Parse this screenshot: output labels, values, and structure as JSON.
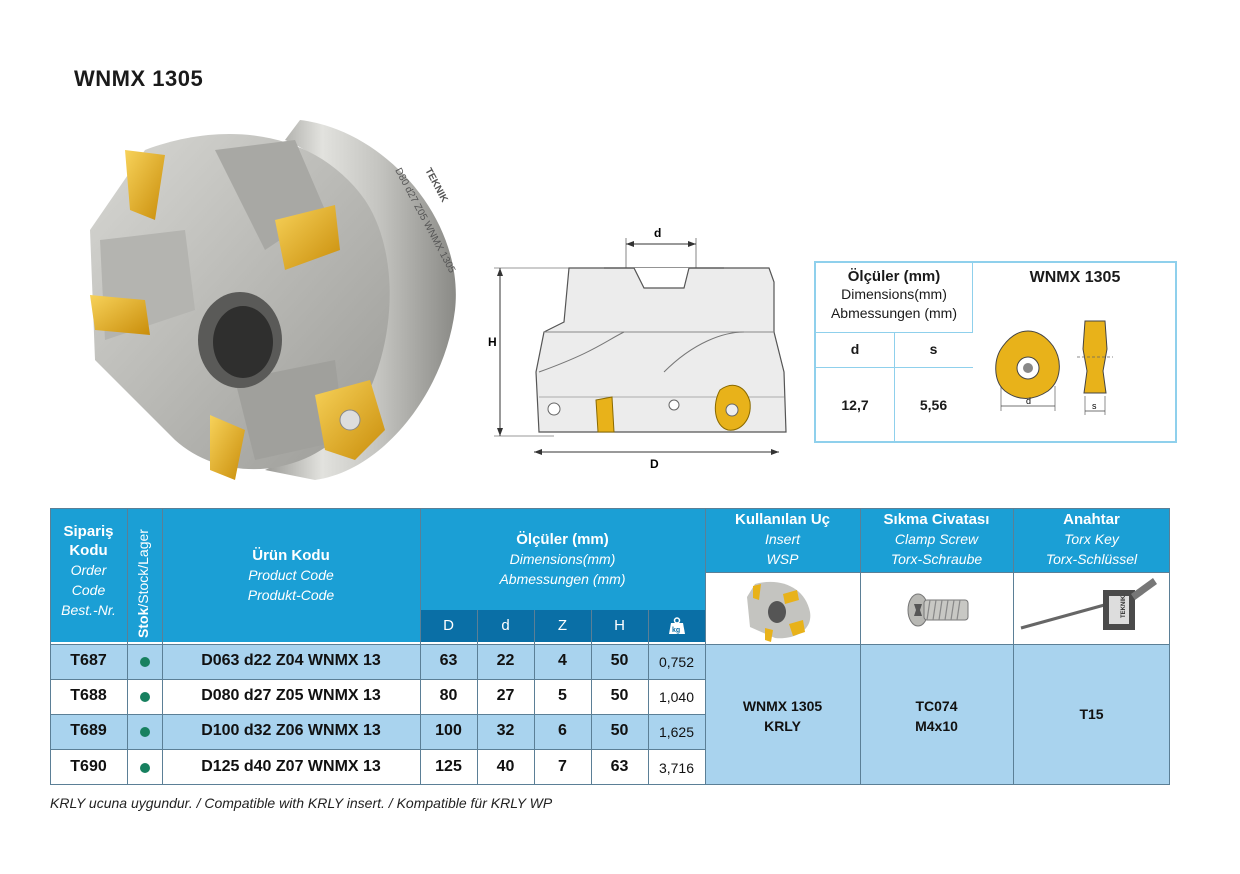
{
  "title": "WNMX 1305",
  "illustration": {
    "engraving": "D80 d27 Z05 WNMX 1305",
    "brand": "TEKNIK"
  },
  "drawing": {
    "labels": {
      "d": "d",
      "H": "H",
      "D": "D"
    }
  },
  "dim_box": {
    "head": [
      "Ölçüler (mm)",
      "Dimensions(mm)",
      "Abmessungen (mm)"
    ],
    "insert_title": "WNMX 1305",
    "col_d": "d",
    "col_s": "s",
    "val_d": "12,7",
    "val_s": "5,56",
    "insert_labels": {
      "d": "d",
      "s": "s"
    }
  },
  "table": {
    "head_order": [
      "Sipariş",
      "Kodu",
      "Order",
      "Code",
      "Best.-Nr."
    ],
    "head_stock": {
      "bold": "Stok",
      "rest": "/Stock/Lager"
    },
    "head_product": [
      "Ürün Kodu",
      "Product Code",
      "Produkt-Code"
    ],
    "head_dims": [
      "Ölçüler (mm)",
      "Dimensions(mm)",
      "Abmessungen (mm)"
    ],
    "dim_cols": [
      "D",
      "d",
      "Z",
      "H"
    ],
    "weight_icon_label": "kg",
    "head_insert": [
      "Kullanılan Uç",
      "Insert",
      "WSP"
    ],
    "head_screw": [
      "Sıkma Civatası",
      "Clamp Screw",
      "Torx-Schraube"
    ],
    "head_key": [
      "Anahtar",
      "Torx Key",
      "Torx-Schlüssel"
    ],
    "key_brand": "TEKNIK",
    "rows": [
      {
        "order": "T687",
        "product": "D063 d22 Z04 WNMX 13",
        "D": "63",
        "d": "22",
        "Z": "4",
        "H": "50",
        "kg": "0,752"
      },
      {
        "order": "T688",
        "product": "D080 d27 Z05 WNMX 13",
        "D": "80",
        "d": "27",
        "Z": "5",
        "H": "50",
        "kg": "1,040"
      },
      {
        "order": "T689",
        "product": "D100 d32 Z06 WNMX 13",
        "D": "100",
        "d": "32",
        "Z": "6",
        "H": "50",
        "kg": "1,625"
      },
      {
        "order": "T690",
        "product": "D125 d40 Z07 WNMX 13",
        "D": "125",
        "d": "40",
        "Z": "7",
        "H": "63",
        "kg": "3,716"
      }
    ],
    "insert_value": [
      "WNMX 1305",
      "KRLY"
    ],
    "screw_value": [
      "TC074",
      "M4x10"
    ],
    "key_value": "T15"
  },
  "footnote": "KRLY ucuna uygundur. / Compatible with KRLY insert. / Kompatible für KRLY WP",
  "colors": {
    "header_blue": "#1b9fd5",
    "subheader_blue": "#0a6fa6",
    "row_blue": "#a9d3ee",
    "stock_green": "#17805f",
    "insert_gold": "#e8b21a"
  }
}
